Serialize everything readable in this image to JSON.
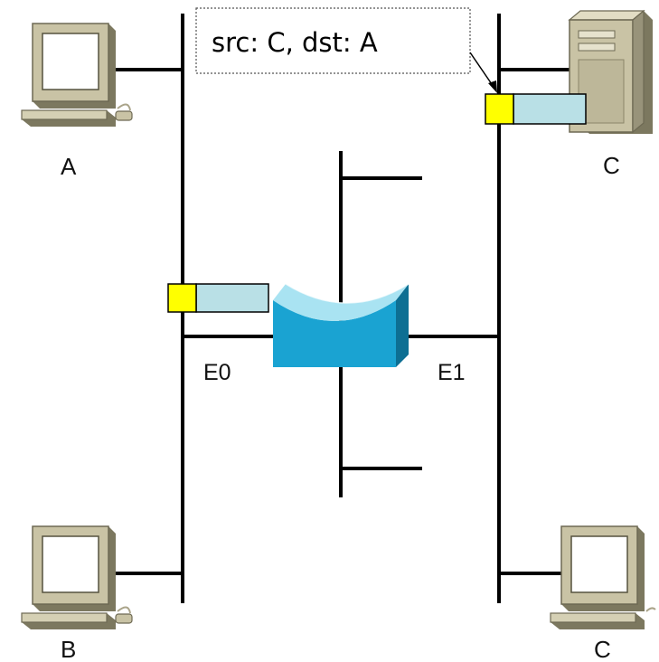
{
  "nodes": {
    "a": {
      "label": "A"
    },
    "b": {
      "label": "B"
    },
    "c_server": {
      "label": "C"
    },
    "c_pc": {
      "label": "C"
    }
  },
  "ports": {
    "e0": {
      "label": "E0"
    },
    "e1": {
      "label": "E1"
    }
  },
  "callout": {
    "text": "src: C, dst: A"
  },
  "colors": {
    "wire": "#000000",
    "frame_header": "#ffff00",
    "frame_body": "#b9e0e6",
    "bridge_front": "#1aa3d2",
    "bridge_top": "#a9e3f2",
    "bridge_side": "#0d6f93",
    "computer_body": "#c9c3a5",
    "computer_shadow": "#7c785f",
    "screen": "#ffffff"
  },
  "icons": {
    "pc": "desktop-computer-icon",
    "server": "tower-server-icon",
    "bridge": "bridge-icon"
  }
}
